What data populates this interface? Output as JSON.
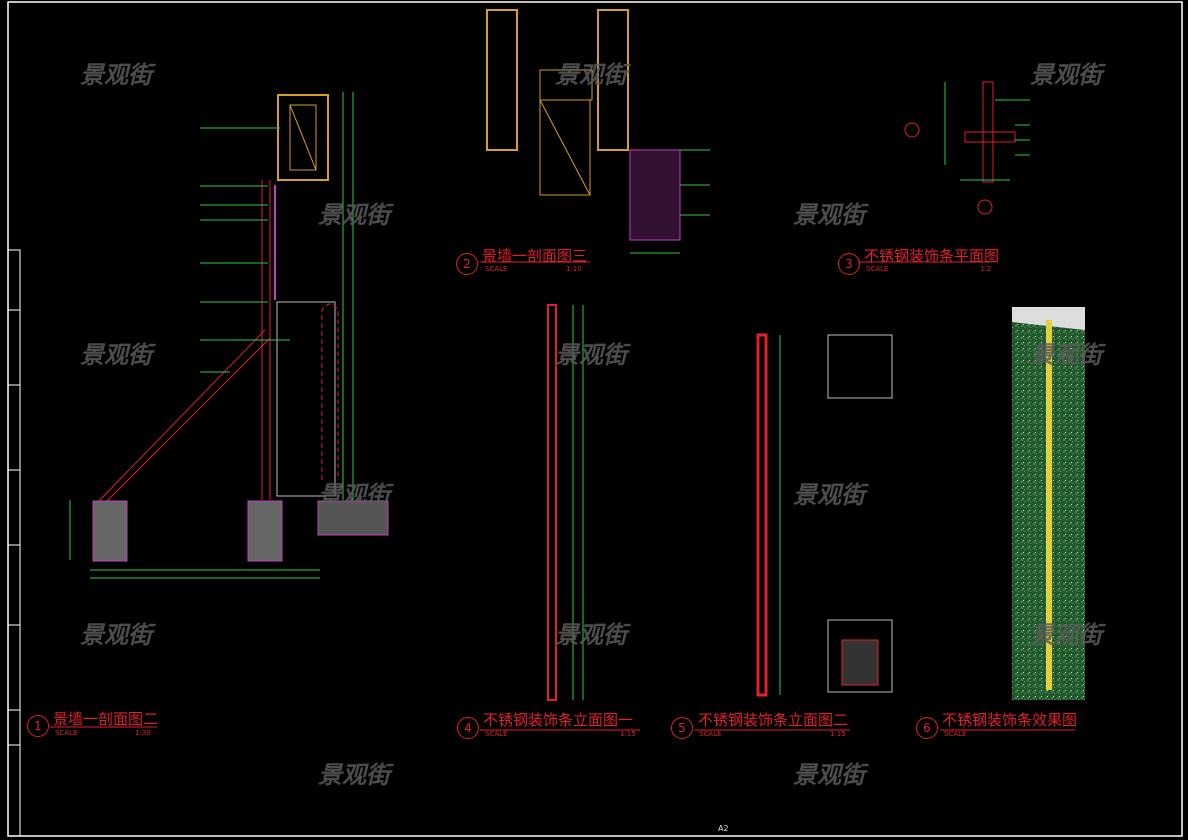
{
  "watermark": "景观街",
  "views": [
    {
      "num": "1",
      "title": "景墙一剖面图二",
      "scale_label": "SCALE",
      "scale": "1:30"
    },
    {
      "num": "2",
      "title": "景墙一剖面图三",
      "scale_label": "SCALE",
      "scale": "1:10"
    },
    {
      "num": "3",
      "title": "不锈钢装饰条平面图",
      "scale_label": "SCALE",
      "scale": "1:2"
    },
    {
      "num": "4",
      "title": "不锈钢装饰条立面图一",
      "scale_label": "SCALE",
      "scale": "1:15"
    },
    {
      "num": "5",
      "title": "不锈钢装饰条立面图二",
      "scale_label": "SCALE",
      "scale": "1:15"
    },
    {
      "num": "6",
      "title": "不锈钢装饰条效果图",
      "scale_label": "SCALE",
      "scale": ""
    }
  ],
  "sheet": {
    "size": "A2"
  },
  "colors": {
    "line": "#e0202a",
    "dim": "#2ecc40",
    "wood": "#d4a020",
    "frame": "#ffffff"
  }
}
